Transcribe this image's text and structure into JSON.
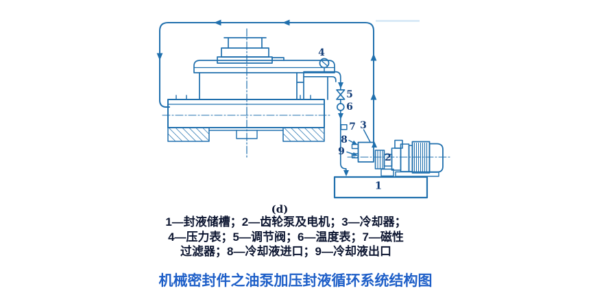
{
  "figure": {
    "panel_label": "(d)",
    "title": "机械密封件之油泵加压封液循环系统结构图",
    "legend": {
      "lines": [
        "1—封液储槽；2—齿轮泵及电机；3—冷却器；",
        "4—压力表；5—调节阀；6—温度表；7—磁性",
        "过滤器；8—冷却液进口；9—冷却液出口"
      ],
      "items": [
        {
          "num": "1",
          "name": "封液储槽"
        },
        {
          "num": "2",
          "name": "齿轮泵及电机"
        },
        {
          "num": "3",
          "name": "冷却器"
        },
        {
          "num": "4",
          "name": "压力表"
        },
        {
          "num": "5",
          "name": "调节阀"
        },
        {
          "num": "6",
          "name": "温度表"
        },
        {
          "num": "7",
          "name": "磁性过滤器"
        },
        {
          "num": "8",
          "name": "冷却液进口"
        },
        {
          "num": "9",
          "name": "冷却液出口"
        }
      ]
    },
    "callouts": {
      "n1": "1",
      "n2": "2",
      "n3": "3",
      "n4": "4",
      "n5": "5",
      "n6": "6",
      "n7": "7",
      "n8": "8",
      "n9": "9"
    },
    "colors": {
      "line_blue": "#1f6fad",
      "label_navy": "#123c78",
      "text_dark": "#0c1530",
      "title_blue": "#1e5fc8"
    }
  }
}
